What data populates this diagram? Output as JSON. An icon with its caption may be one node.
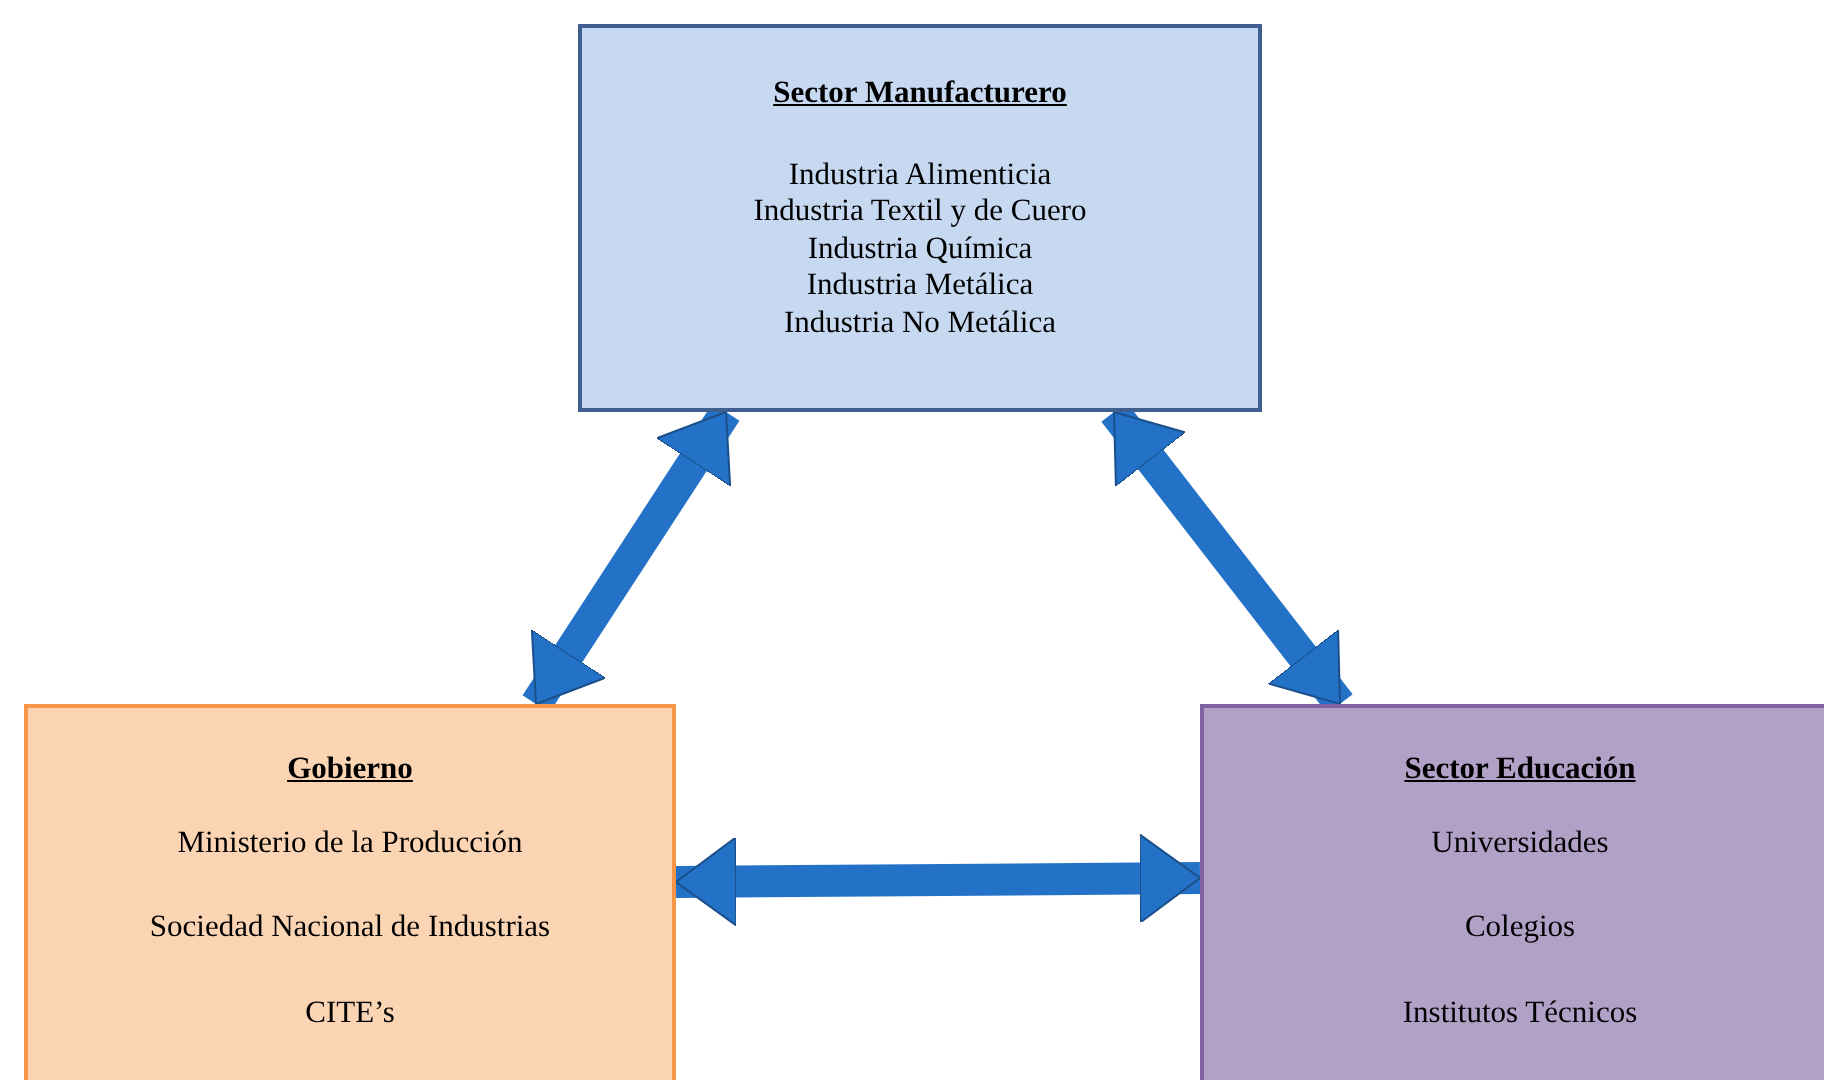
{
  "diagram": {
    "nodes": [
      {
        "text": [
          "Sector Manufacturero",
          "Industria Alimenticia",
          "Industria Textil y de Cuero",
          "Industria Química",
          "Industria Metálica",
          "Industria No Metálica"
        ]
      },
      {
        "text": [
          "Gobierno",
          "Ministerio de la Producción",
          "Sociedad Nacional de Industrias",
          "CITE’s"
        ]
      },
      {
        "text": [
          "Sector Educación",
          "Universidades",
          "Colegios",
          "Institutos Técnicos"
        ]
      }
    ],
    "edges": [
      {
        "from": 0,
        "to": 1,
        "arrow": "both"
      },
      {
        "from": 0,
        "to": 2,
        "arrow": "both"
      },
      {
        "from": 1,
        "to": 2,
        "arrow": "both"
      }
    ]
  }
}
